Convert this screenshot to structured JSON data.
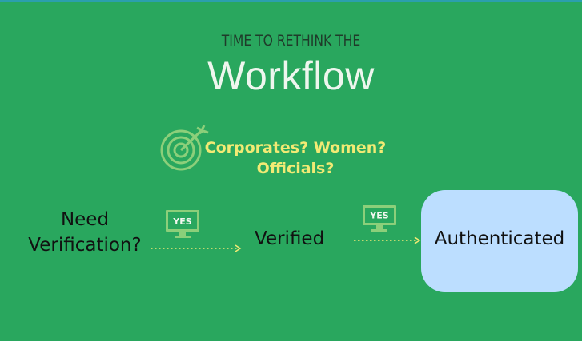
{
  "slide": {
    "eyebrow": "TIME TO RETHINK THE",
    "title": "Workflow",
    "question": "Corporates? Women? Officials?",
    "question_line1": "Corporates? Women?",
    "question_line2": "Officials?",
    "icons": {
      "target": "target-arrow-icon",
      "yes_monitor": "monitor-yes-icon"
    }
  },
  "flow": {
    "step1_line1": "Need",
    "step1_line2": "Verification?",
    "step2": "Verified",
    "step3": "Authenticated",
    "edge1_label": "YES",
    "edge2_label": "YES"
  },
  "colors": {
    "background": "#29a75e",
    "accent_yellow": "#f2ea74",
    "box_fill": "#bcdeff",
    "icon_green": "#8ccf7a"
  }
}
